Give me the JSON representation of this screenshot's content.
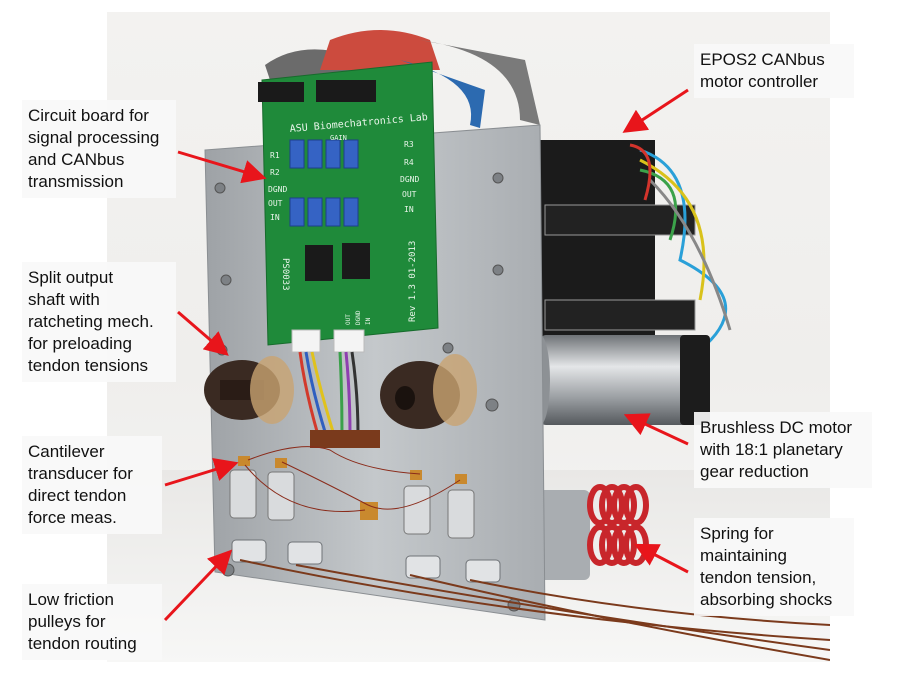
{
  "labels": {
    "circuit_board": "Circuit board for\nsignal processing\nand CANbus\ntransmission",
    "split_shaft": "Split output\nshaft with\nratcheting mech.\nfor preloading\ntendon tensions",
    "cantilever": "Cantilever\ntransducer for\ndirect tendon\nforce meas.",
    "pulleys": "Low friction\npulleys for\ntendon routing",
    "motor_controller": "EPOS2 CANbus\nmotor controller",
    "motor": "Brushless DC motor\nwith 18:1 planetary\ngear reduction",
    "spring": "Spring for\nmaintaining\ntendon tension,\nabsorbing shocks"
  },
  "pcb": {
    "title": "ASU Biomechatronics Lab",
    "gain": "GAIN",
    "left_pins": [
      "R1",
      "R2",
      "DGND",
      "OUT",
      "IN"
    ],
    "right_pins": [
      "R3",
      "R4",
      "DGND",
      "OUT",
      "IN"
    ],
    "rev": "Rev 1.3 01-2013",
    "part": "PS0033",
    "bottom_pins": [
      "OUT",
      "DGND",
      "IN"
    ]
  },
  "colors": {
    "arrow": "#e8151b",
    "pcb": "#1f8a3a",
    "plate": "#b8bcc0",
    "motor_body": "#1b1b1b"
  }
}
